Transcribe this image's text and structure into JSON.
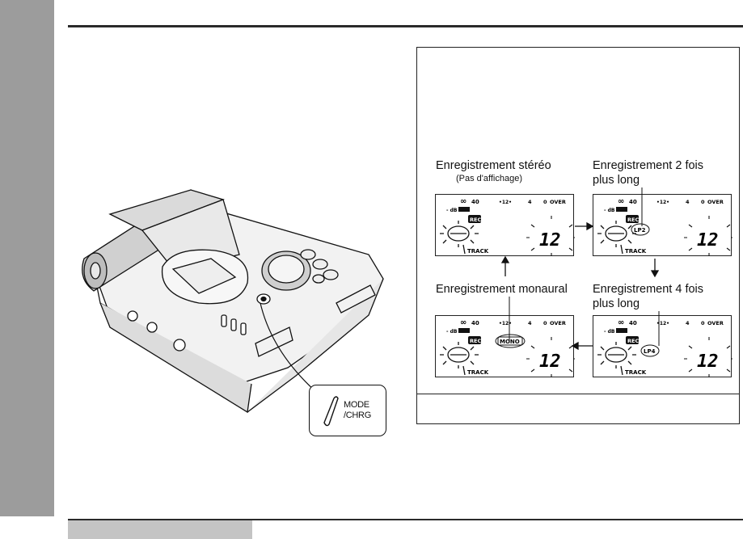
{
  "button_callout": {
    "line1": "MODE",
    "line2": "/CHRG"
  },
  "diagram": {
    "modes": {
      "stereo": {
        "title": "Enregistrement stéréo",
        "note": "(Pas d'affichage)"
      },
      "lp2": {
        "title_line1": "Enregistrement 2 fois",
        "title_line2": "plus long",
        "badge": "LP2"
      },
      "mono": {
        "title": "Enregistrement monaural",
        "badge": "MONO"
      },
      "lp4": {
        "title_line1": "Enregistrement 4 fois",
        "title_line2": "plus long",
        "badge": "LP4"
      }
    },
    "display": {
      "scale_inf": "∞",
      "scale_40": "40",
      "scale_12": "•12•",
      "scale_4": "4",
      "scale_0": "0",
      "scale_over": "OVER",
      "db_label": "- dB",
      "rec_label": "REC",
      "track_label": "TRACK",
      "track_number": "12"
    }
  }
}
